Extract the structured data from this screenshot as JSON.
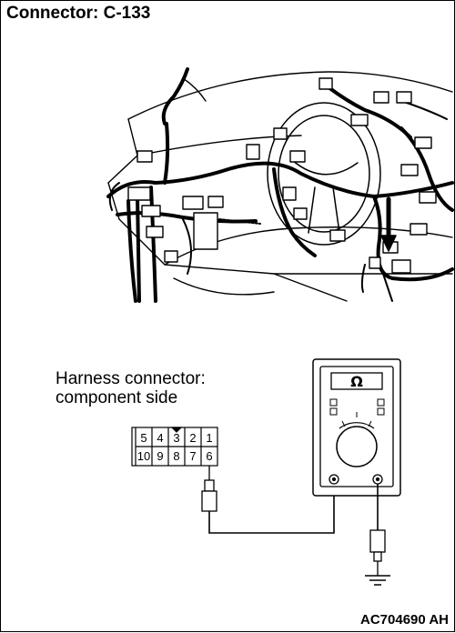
{
  "title": "Connector: C-133",
  "caption": {
    "line1": "Harness connector:",
    "line2": "component side"
  },
  "connector": {
    "top_row": [
      "5",
      "4",
      "3",
      "2",
      "1"
    ],
    "bottom_row": [
      "10",
      "9",
      "8",
      "7",
      "6"
    ]
  },
  "meter": {
    "symbol": "Ω"
  },
  "figure_id": "AC704690 AH"
}
